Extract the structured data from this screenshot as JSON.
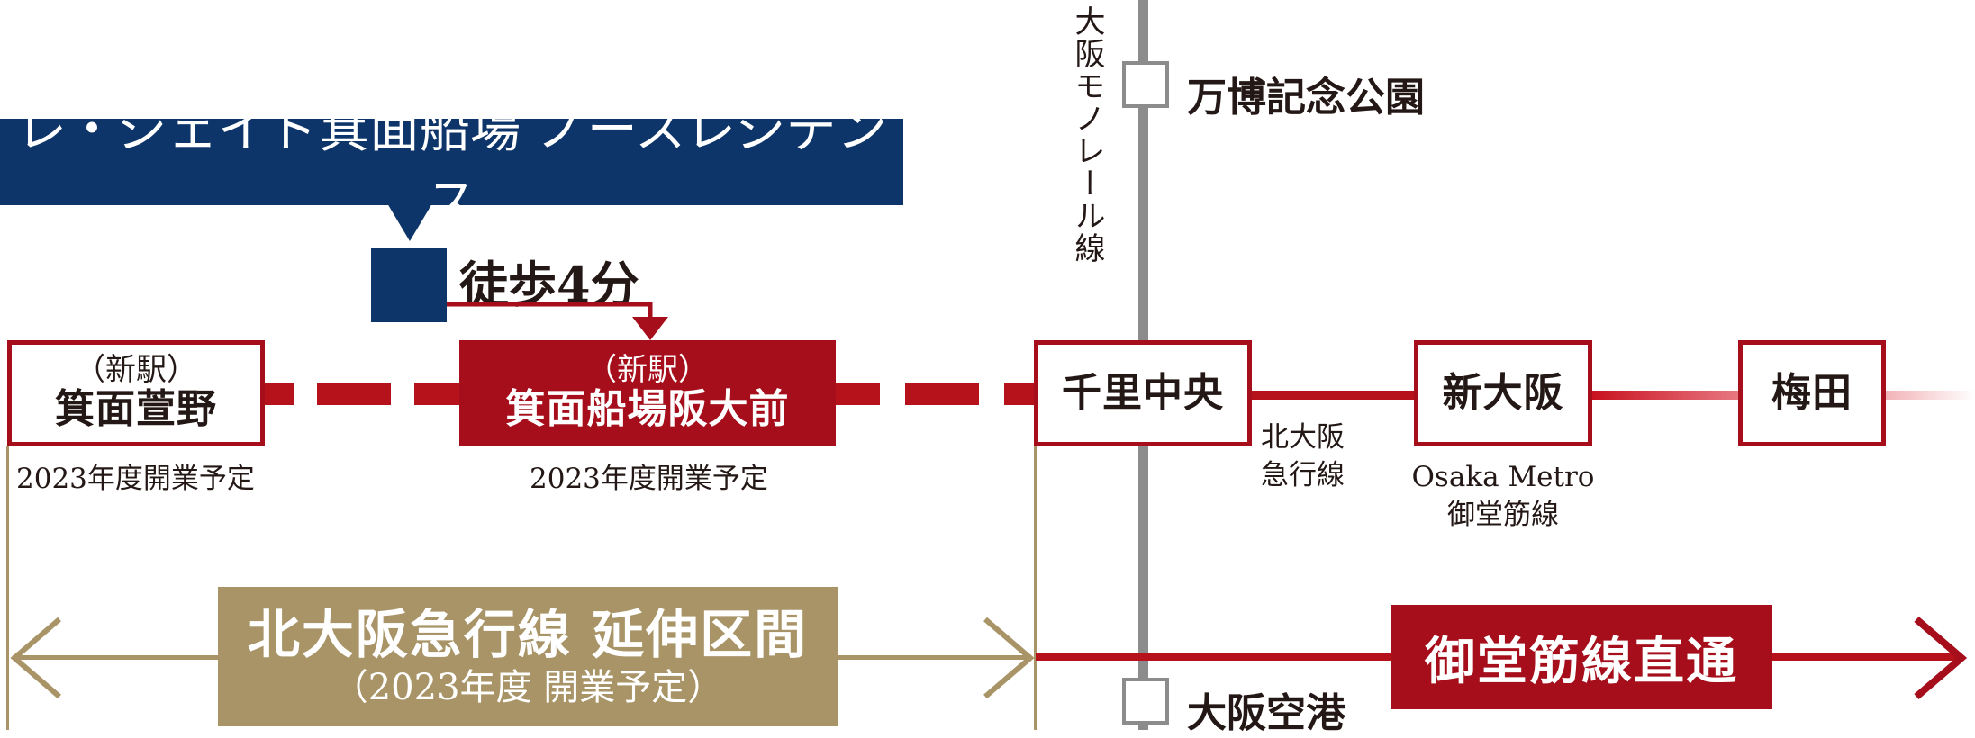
{
  "property": {
    "name": "レ・ジェイド箕面船場 ノースレジデンス",
    "walk_time": "徒歩4分"
  },
  "stations": {
    "minoh_kayano": {
      "new_label": "（新駅）",
      "name": "箕面萱野",
      "note": "2023年度開業予定"
    },
    "minoh_semba": {
      "new_label": "（新駅）",
      "name": "箕面船場阪大前",
      "note": "2023年度開業予定"
    },
    "senri_chuo": {
      "name": "千里中央"
    },
    "shin_osaka": {
      "name": "新大阪"
    },
    "umeda": {
      "name": "梅田"
    }
  },
  "line_labels": {
    "kita_osaka": "北大阪\n急行線",
    "osaka_metro": "Osaka Metro\n御堂筋線",
    "monorail": "大阪モノレール線"
  },
  "monorail_stations": {
    "top": "万博記念公園",
    "bottom": "大阪空港"
  },
  "extension": {
    "title": "北大阪急行線 延伸区間",
    "subtitle": "（2023年度 開業予定）"
  },
  "direct": {
    "label": "御堂筋線直通"
  },
  "colors": {
    "navy": "#0d3569",
    "red": "#a50e1a",
    "tan": "#a89466",
    "gray": "#8c8c8c"
  }
}
